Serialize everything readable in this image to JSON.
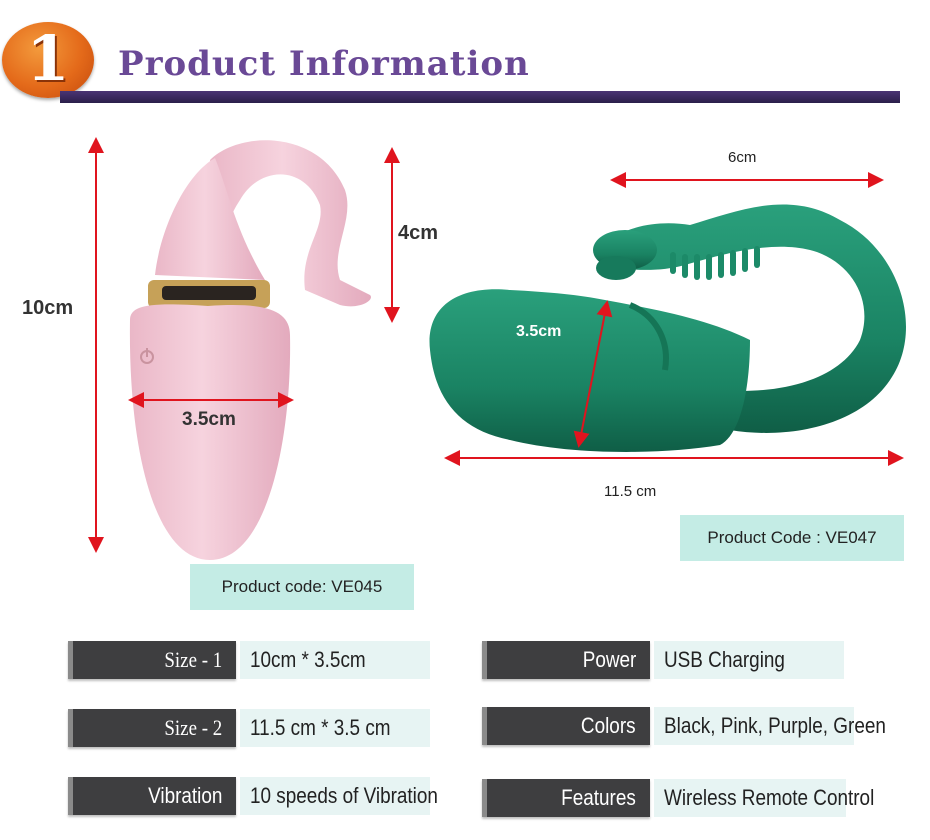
{
  "header": {
    "badge_number": "1",
    "title": "Product Information"
  },
  "product_left": {
    "height_label": "10cm",
    "tail_label": "4cm",
    "width_label": "3.5cm",
    "code": "Product code: VE045",
    "color": "#f2c9d6"
  },
  "product_right": {
    "width_top_label": "6cm",
    "thickness_label": "3.5cm",
    "length_label": "11.5 cm",
    "code": "Product Code : VE047",
    "color": "#1e8a6a"
  },
  "specs": [
    {
      "label": "Size - 1",
      "value": "10cm * 3.5cm"
    },
    {
      "label": "Size - 2",
      "value": "11.5 cm * 3.5 cm"
    },
    {
      "label": "Vibration",
      "value": "10 speeds of Vibration"
    },
    {
      "label": "Power",
      "value": "USB Charging"
    },
    {
      "label": "Colors",
      "value": "Black, Pink, Purple, Green"
    },
    {
      "label": "Features",
      "value": "Wireless Remote Control"
    }
  ],
  "colors": {
    "accent_purple": "#6a4996",
    "badge_orange": "#e46a1a",
    "arrow_red": "#e0141e",
    "label_dark": "#3e3e40",
    "code_box": "#c4ece5"
  },
  "icons": [
    "power-icon",
    "arrow-icon"
  ]
}
